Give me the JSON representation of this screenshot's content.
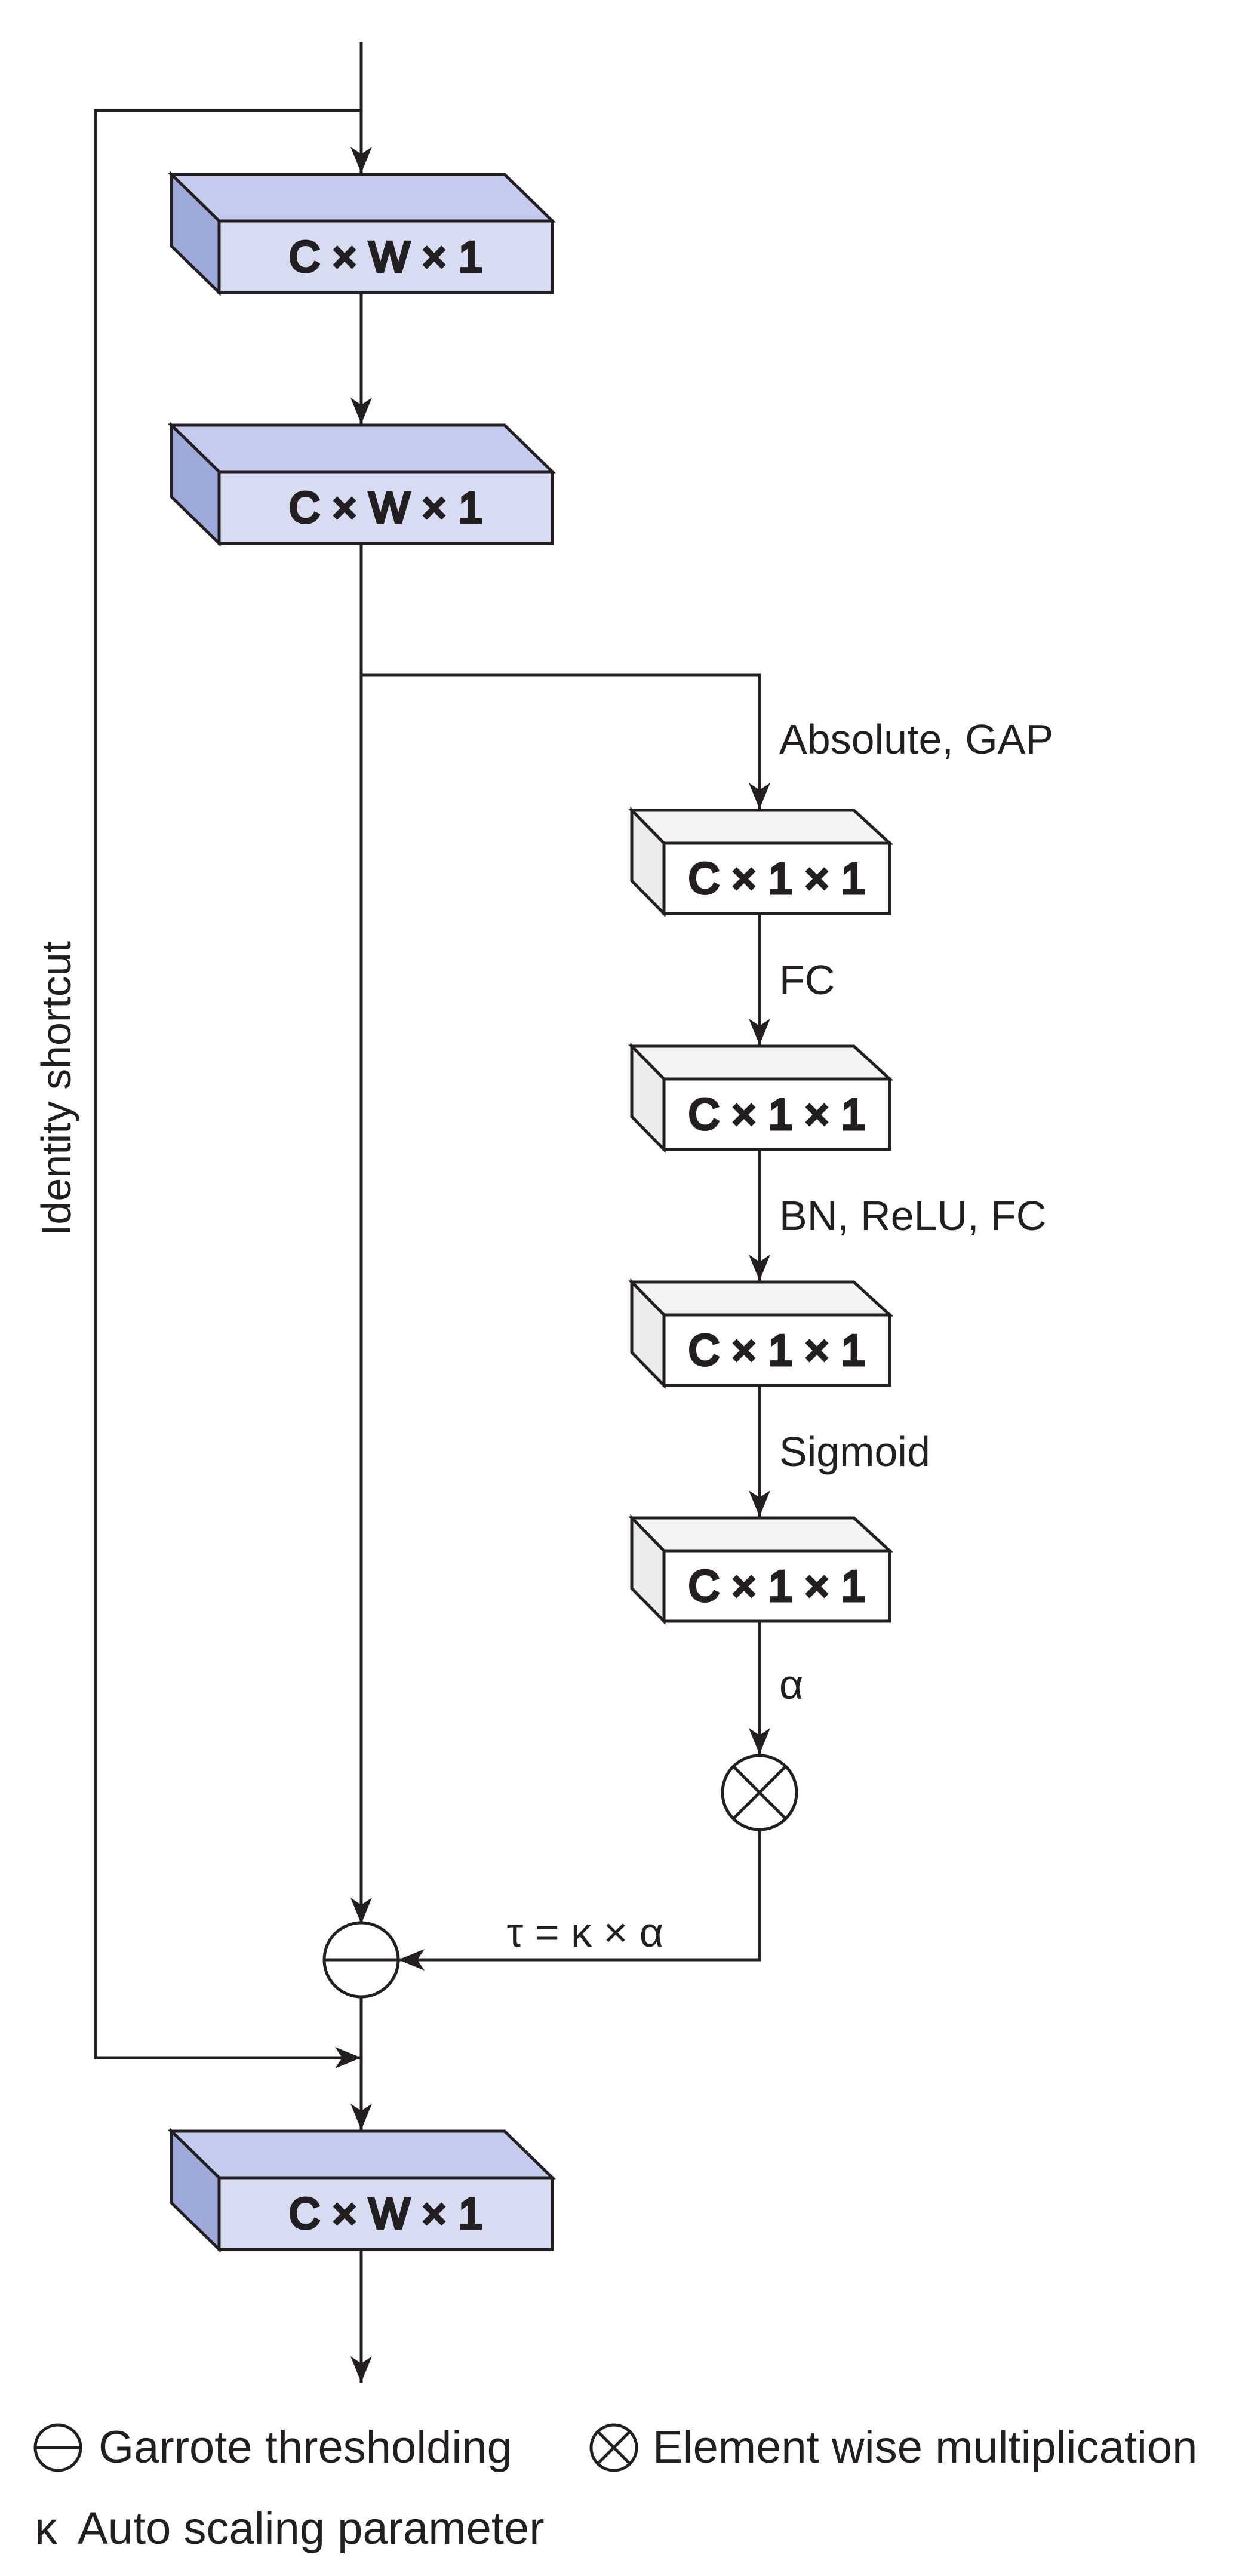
{
  "blocks": {
    "input_1": "C × W × 1",
    "input_2": "C × W × 1",
    "branch_1": "C × 1 × 1",
    "branch_2": "C × 1 × 1",
    "branch_3": "C × 1 × 1",
    "branch_4": "C × 1 × 1",
    "output": "C × W × 1"
  },
  "edges": {
    "absolute_gap": "Absolute, GAP",
    "fc": "FC",
    "bn_relu_fc": "BN, ReLU, FC",
    "sigmoid": "Sigmoid",
    "alpha": "α",
    "tau": "τ = κ × α",
    "identity_shortcut": "Identity shortcut"
  },
  "legend": {
    "garrote": "Garrote thresholding",
    "multiplication": "Element wise multiplication",
    "kappa_symbol": "κ",
    "kappa": "Auto scaling parameter"
  },
  "colors": {
    "line": "#231f20",
    "blue_front": "#d8dcf3",
    "blue_top": "#c4cbee",
    "blue_side": "#9eaad9",
    "white_front": "#ffffff",
    "white_top": "#f4f4f4",
    "white_side": "#ececec"
  }
}
